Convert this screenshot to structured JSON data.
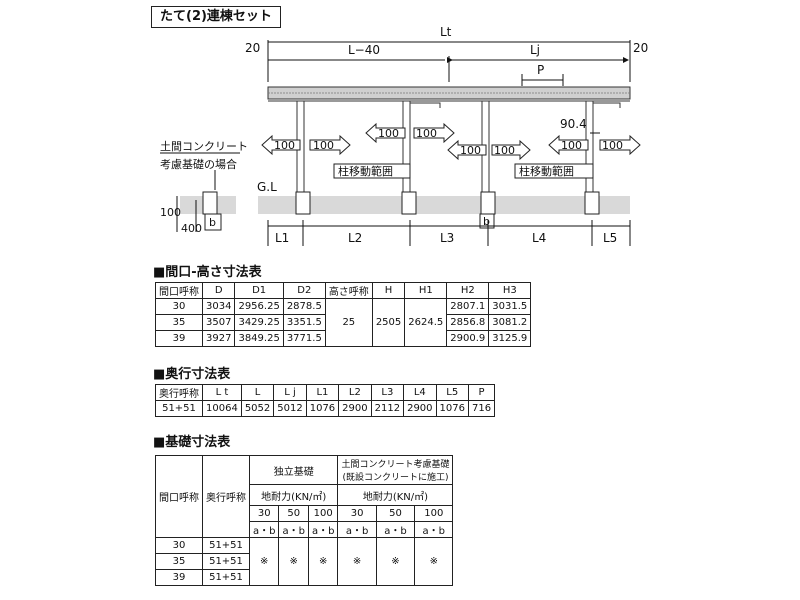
{
  "title": "たて(2)連棟セット",
  "diagram": {
    "lt": "Lt",
    "l40": "L−40",
    "lj": "Lj",
    "p": "P",
    "side_left": "20",
    "side_right": "20",
    "dim_90_4": "90.4",
    "arrow_100": "100",
    "pillar_range": "柱移動範囲",
    "concrete_note_1": "土間コンクリート",
    "concrete_note_2": "考慮基礎の場合",
    "gl": "G.L",
    "depth_100": "100",
    "depth_400": "400",
    "b": "b",
    "L1": "L1",
    "L2": "L2",
    "L3": "L3",
    "L4": "L4",
    "L5": "L5"
  },
  "table1": {
    "heading": "■間口-高さ寸法表",
    "headers": [
      "間口呼称",
      "D",
      "D1",
      "D2",
      "高さ呼称",
      "H",
      "H1",
      "H2",
      "H3"
    ],
    "rows": [
      [
        "30",
        "3034",
        "2956.25",
        "2878.5",
        "2807.1",
        "3031.5"
      ],
      [
        "35",
        "3507",
        "3429.25",
        "3351.5",
        "2856.8",
        "3081.2"
      ],
      [
        "39",
        "3927",
        "3849.25",
        "3771.5",
        "2900.9",
        "3125.9"
      ]
    ],
    "height_name": "25",
    "H": "2505",
    "H1": "2624.5"
  },
  "table2": {
    "heading": "■奥行寸法表",
    "headers": [
      "奥行呼称",
      "L t",
      "L",
      "L j",
      "L1",
      "L2",
      "L3",
      "L4",
      "L5",
      "P"
    ],
    "row": [
      "51+51",
      "10064",
      "5052",
      "5012",
      "1076",
      "2900",
      "2112",
      "2900",
      "1076",
      "716"
    ]
  },
  "table3": {
    "heading": "■基礎寸法表",
    "col_frontage": "間口呼称",
    "col_depth": "奥行呼称",
    "group1": "独立基礎",
    "group2_line1": "土間コンクリート考慮基礎",
    "group2_line2": "(既設コンクリートに施工)",
    "bearing": "地耐力(KN/㎡)",
    "loads": [
      "30",
      "50",
      "100",
      "30",
      "50",
      "100"
    ],
    "ab": "a・b",
    "mark": "※",
    "rows": [
      [
        "30",
        "51+51"
      ],
      [
        "35",
        "51+51"
      ],
      [
        "39",
        "51+51"
      ]
    ]
  }
}
